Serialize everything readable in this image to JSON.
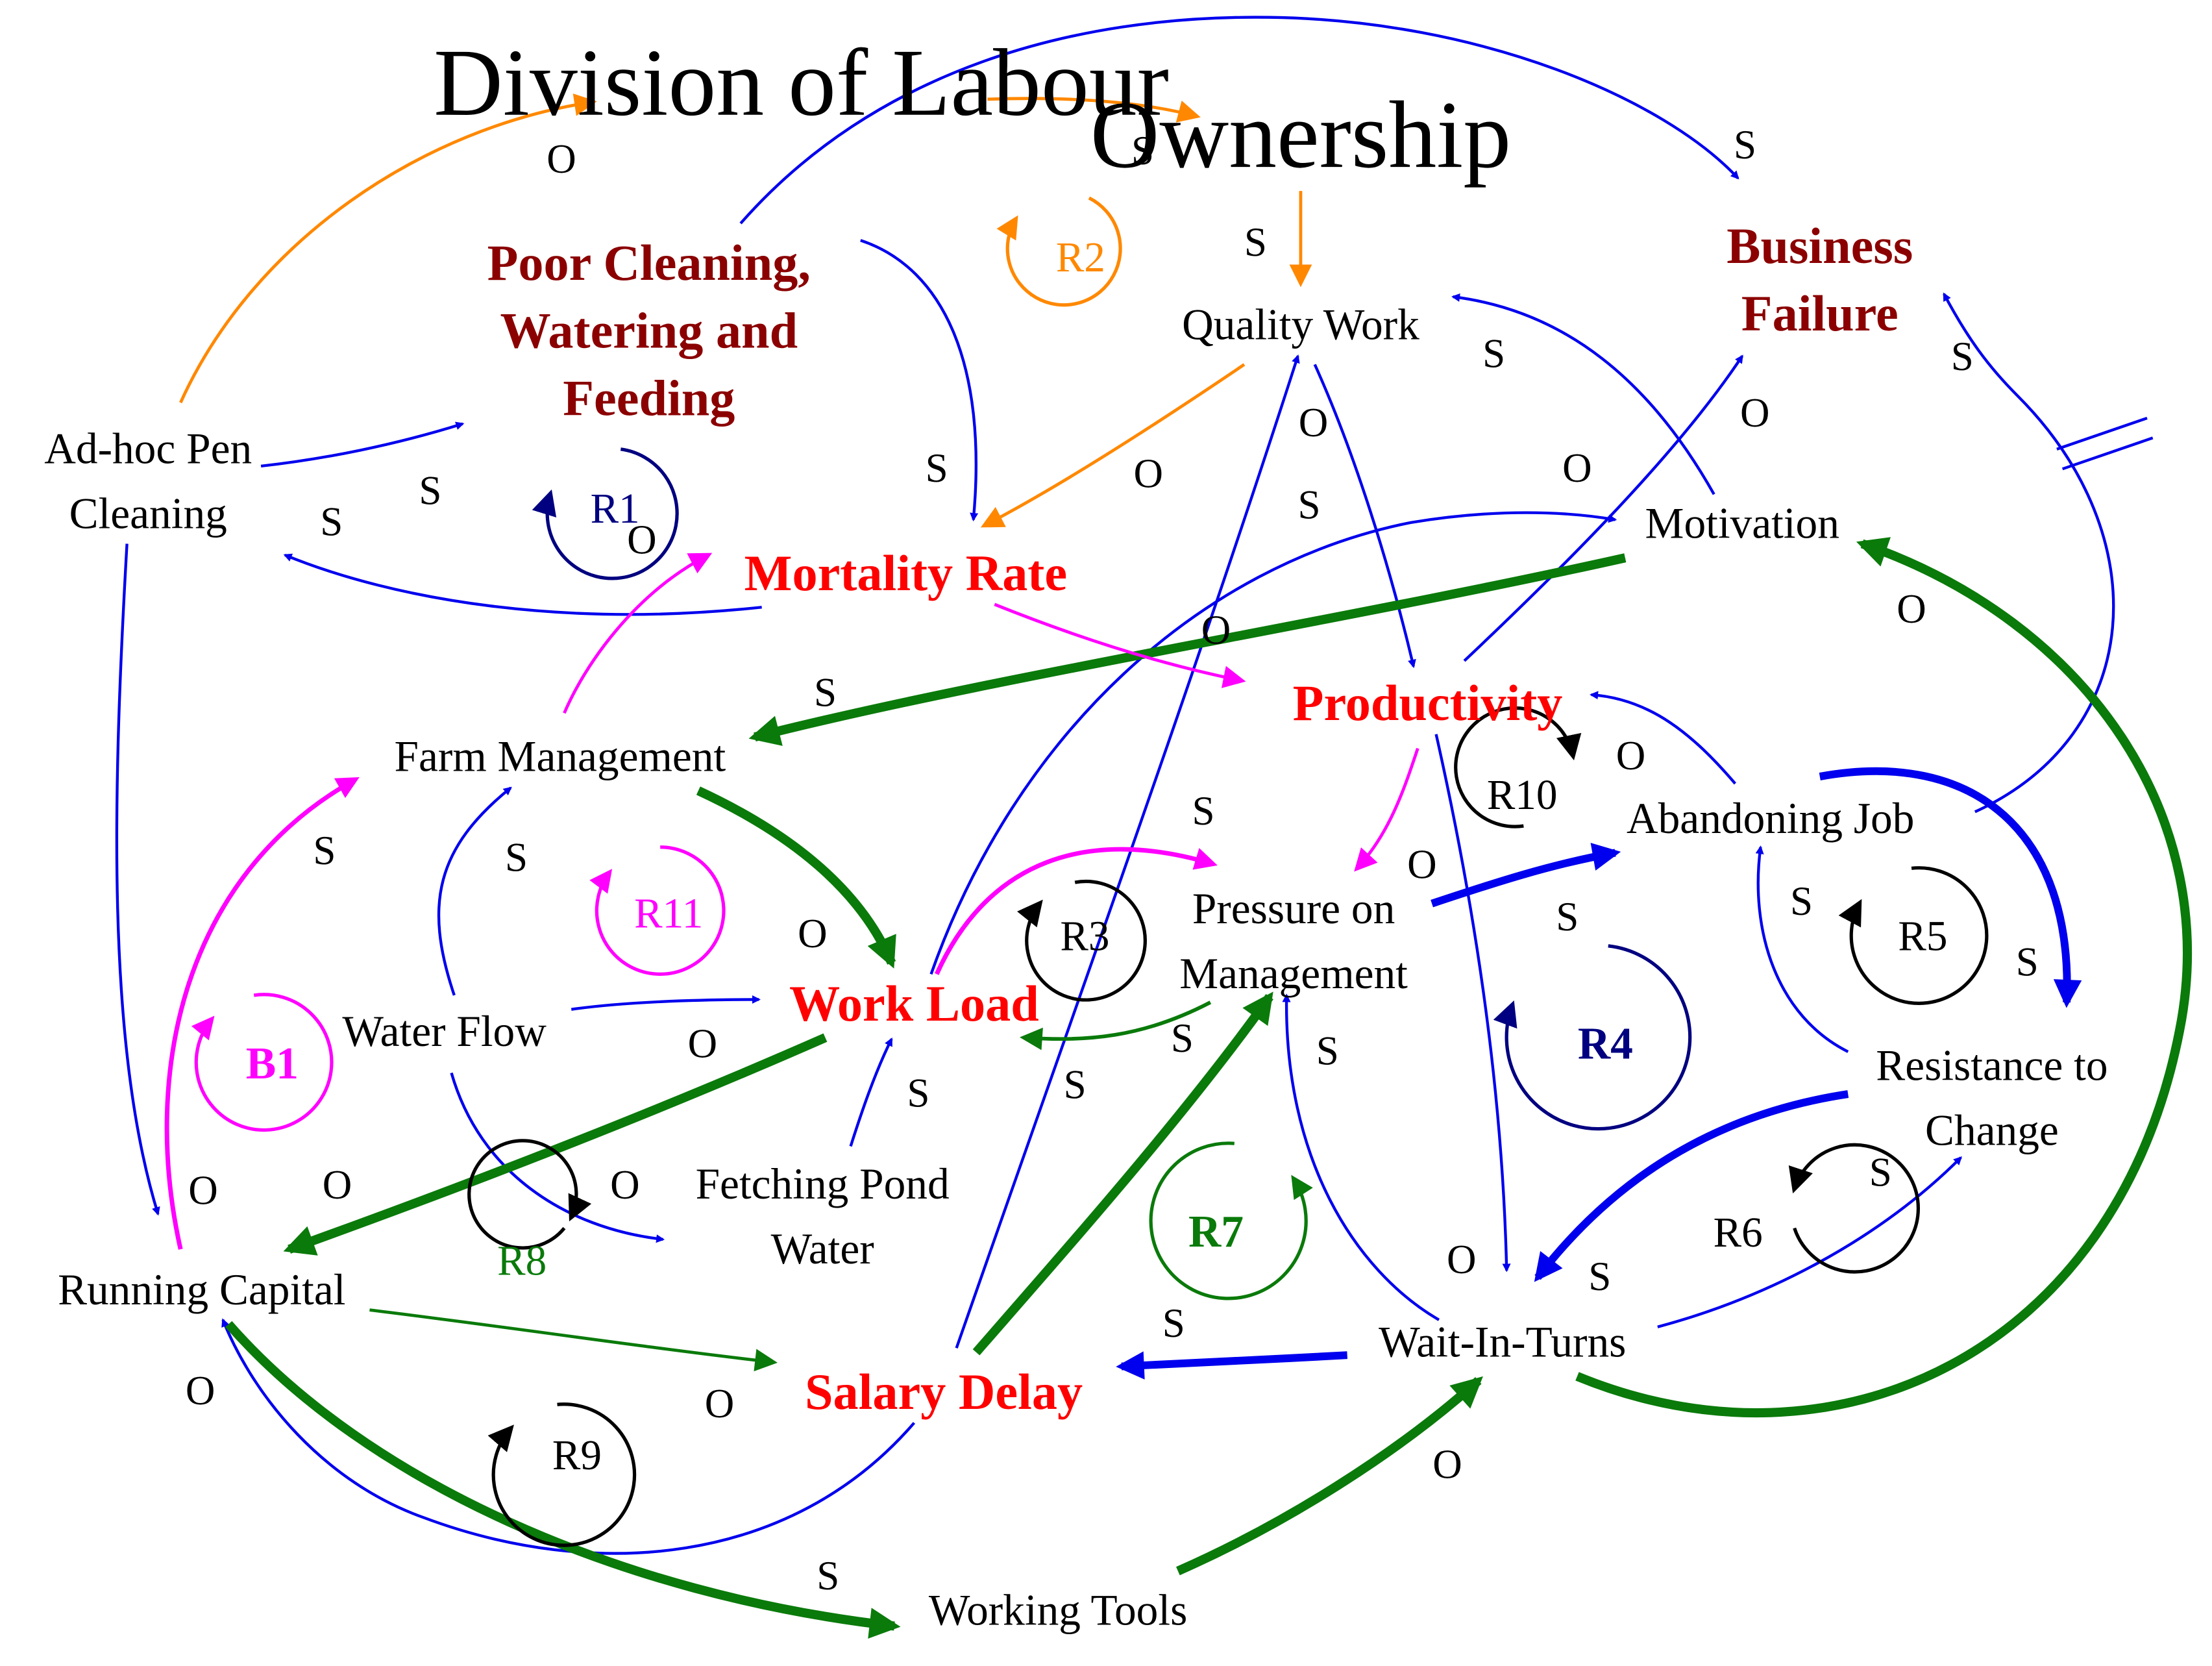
{
  "nodes": {
    "division_of_labour": "Division of Labour",
    "ownership": "Ownership",
    "business_failure": [
      "Business",
      "Failure"
    ],
    "poor_cleaning": [
      "Poor Cleaning,",
      "Watering and",
      "Feeding"
    ],
    "quality_work": "Quality Work",
    "adhoc_pen": [
      "Ad-hoc Pen",
      "Cleaning"
    ],
    "mortality_rate": "Mortality Rate",
    "motivation": "Motivation",
    "productivity": "Productivity",
    "farm_management": "Farm Management",
    "abandoning_job": "Abandoning Job",
    "pressure_on_management": [
      "Pressure on",
      "Management"
    ],
    "work_load": "Work Load",
    "water_flow": "Water Flow",
    "resistance_to_change": [
      "Resistance to",
      "Change"
    ],
    "fetching_pond_water": [
      "Fetching Pond",
      "Water"
    ],
    "running_capital": "Running Capital",
    "wait_in_turns": "Wait-In-Turns",
    "salary_delay": "Salary Delay",
    "working_tools": "Working Tools"
  },
  "loops": {
    "r1": "R1",
    "r2": "R2",
    "r3": "R3",
    "r4": "R4",
    "r5": "R5",
    "r6": "R6",
    "r7": "R7",
    "r8": "R8",
    "r9": "R9",
    "r10": "R10",
    "r11": "R11",
    "b1": "B1"
  },
  "polarity": {
    "same": "S",
    "opposite": "O"
  },
  "delay_mark": "//",
  "colors": {
    "blue": "#0000ee",
    "green": "#0a7a0a",
    "orange": "#ff8800",
    "magenta": "#ff00ff",
    "dark_red": "#8b0000",
    "red": "#ff0000",
    "navy": "#000080",
    "black": "#000000"
  }
}
